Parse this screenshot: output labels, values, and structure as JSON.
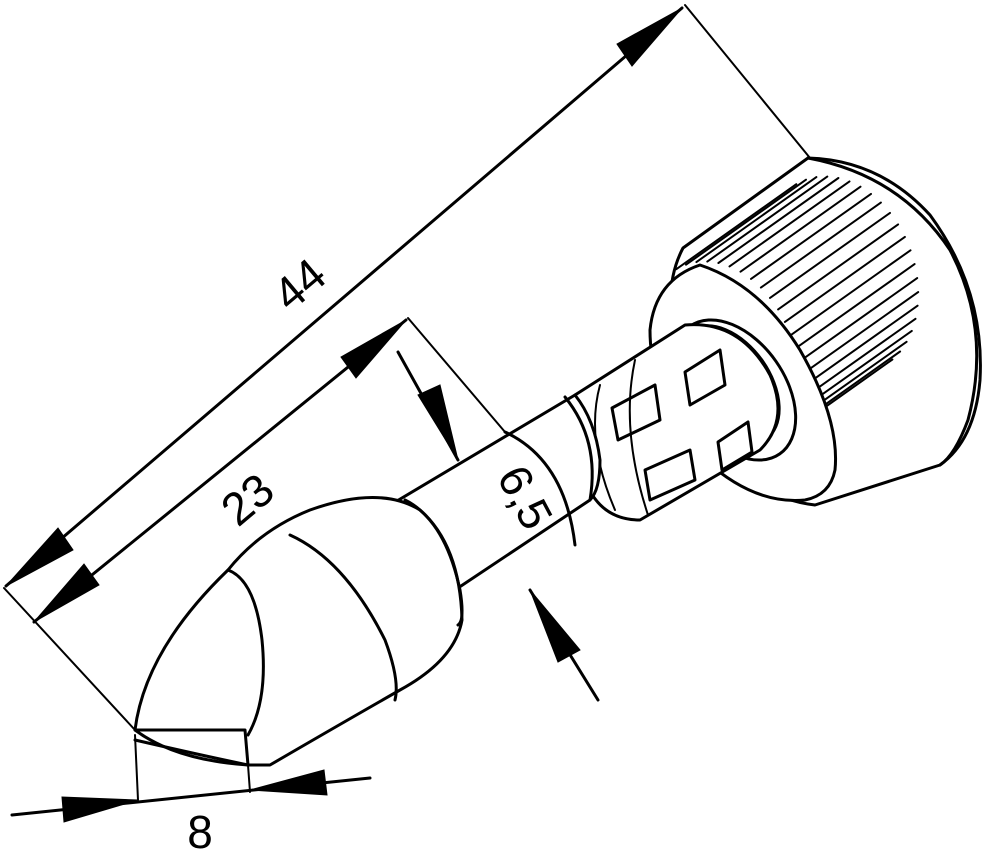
{
  "dimensions": {
    "overall_length": "44",
    "tip_length": "23",
    "shaft_diameter": "6,5",
    "tip_width": "8"
  }
}
